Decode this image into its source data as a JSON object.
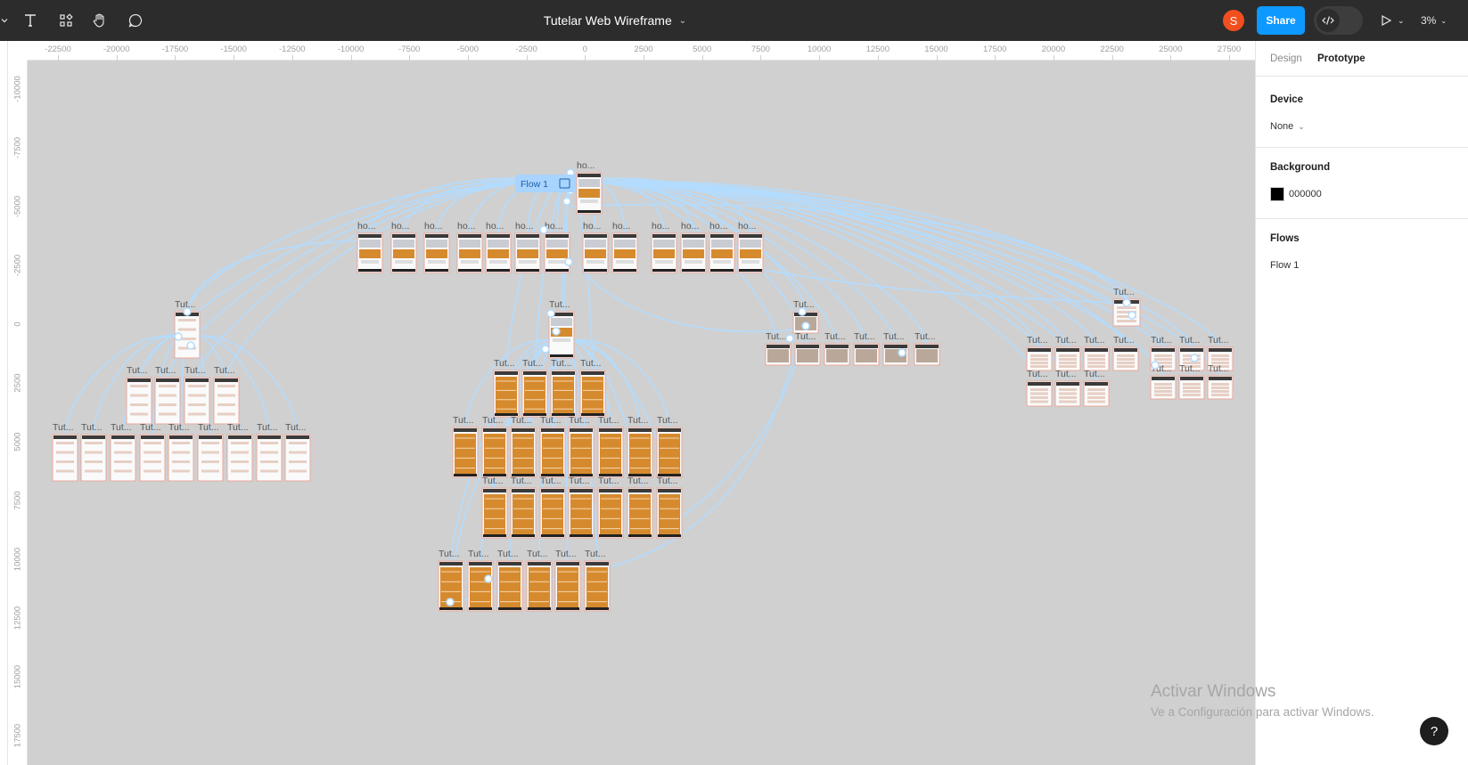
{
  "toolbar": {
    "title": "Tutelar Web Wireframe",
    "avatar_initial": "S",
    "share_label": "Share",
    "zoom_label": "3%"
  },
  "ruler_top": [
    "-22500",
    "-20000",
    "-17500",
    "-15000",
    "-12500",
    "-10000",
    "-7500",
    "-5000",
    "-2500",
    "0",
    "2500",
    "5000",
    "7500",
    "10000",
    "12500",
    "15000",
    "17500",
    "20000",
    "22500",
    "25000",
    "27500"
  ],
  "ruler_left": [
    "-10000",
    "-7500",
    "-5000",
    "-2500",
    "0",
    "2500",
    "5000",
    "7500",
    "10000",
    "12500",
    "15000",
    "17500"
  ],
  "panel": {
    "tabs": [
      "Design",
      "Prototype"
    ],
    "device_title": "Device",
    "device_value": "None",
    "background_title": "Background",
    "background_value": "000000",
    "background_color": "#000000",
    "flows_title": "Flows",
    "flow_item": "Flow 1"
  },
  "canvas": {
    "flow_badge": "Flow 1",
    "label_home": "ho...",
    "label_tut": "Tut..."
  },
  "watermark": {
    "line1": "Activar Windows",
    "line2": "Ve a Configuración para activar Windows."
  },
  "colors": {
    "toolbar": "#2c2c2c",
    "share": "#0d99ff",
    "avatar": "#f24e1e",
    "connector": "#b3dcff",
    "frame_orange": "#d68a2e"
  }
}
